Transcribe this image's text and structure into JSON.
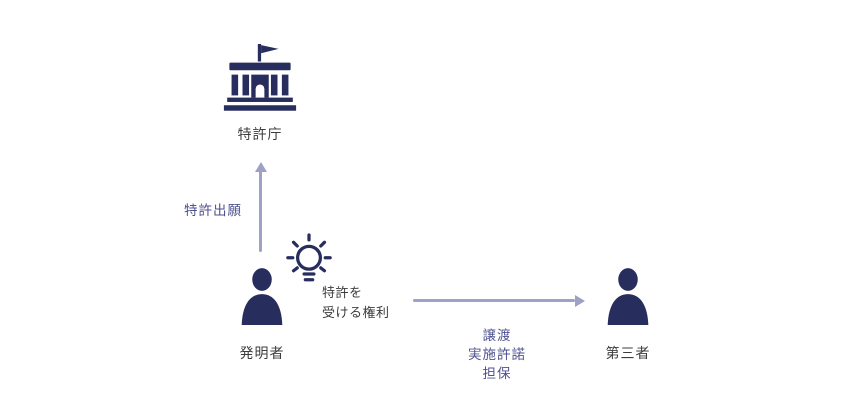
{
  "diagram": {
    "patent_office": {
      "label": "特許庁",
      "icon": "government-building-icon"
    },
    "application_arrow": {
      "label": "特許出願",
      "direction": "up"
    },
    "inventor": {
      "label": "発明者",
      "icon": "person-icon"
    },
    "idea": {
      "icon": "lightbulb-icon"
    },
    "right_to_patent": {
      "line1": "特許を",
      "line2": "受ける権利"
    },
    "transfer_arrow": {
      "direction": "right",
      "lines": [
        "譲渡",
        "実施許諾",
        "担保"
      ]
    },
    "third_party": {
      "label": "第三者",
      "icon": "person-icon"
    }
  },
  "colors": {
    "navy": "#272e5e",
    "arrow": "#9ea0c4",
    "accent_text": "#4f528f",
    "text": "#3c3c3c",
    "background": "#ffffff"
  }
}
